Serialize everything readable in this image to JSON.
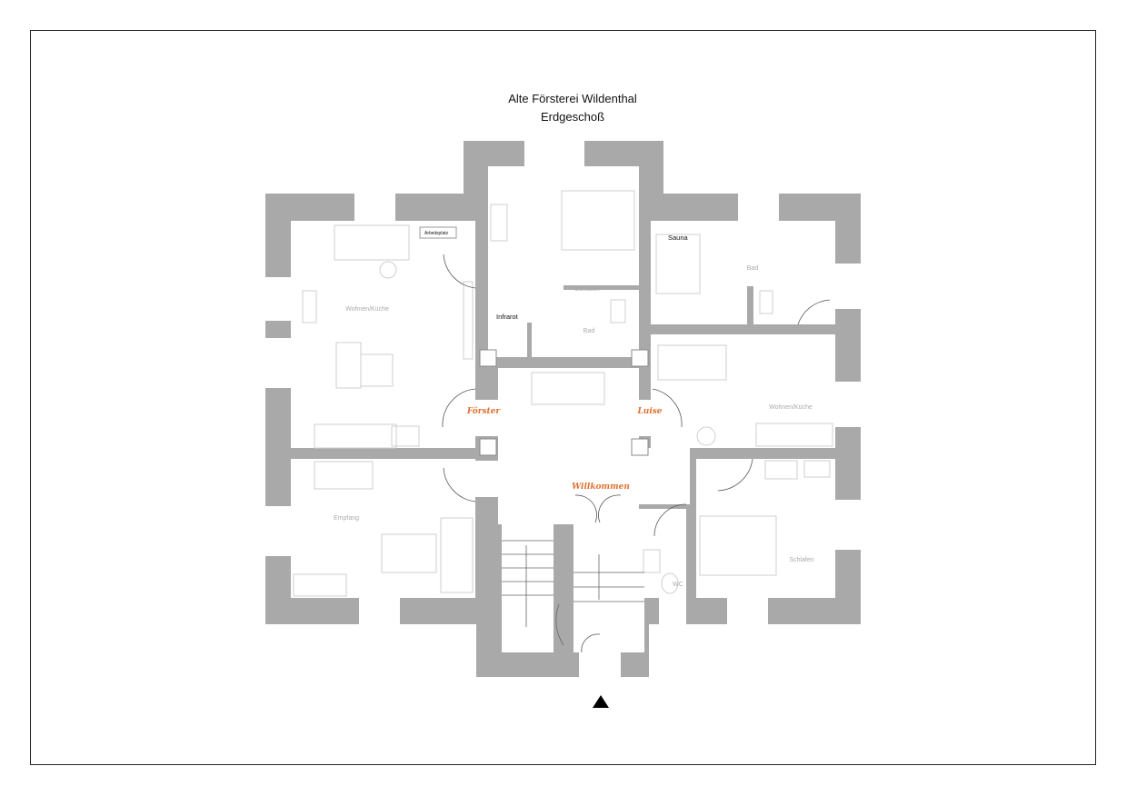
{
  "title": {
    "line1": "Alte Försterei Wildenthal",
    "line2": "Erdgeschoß"
  },
  "rooms": {
    "left_living": "Wohnen/Küche",
    "workspace": "Arbeitsplatz",
    "top_bedroom": "Schlafen",
    "infrared": "Infrarot",
    "center_bath": "Bad",
    "sauna": "Sauna",
    "right_bath": "Bad",
    "right_living": "Wohnen/Küche",
    "reception": "Empfang",
    "wc": "WC",
    "right_bedroom": "Schlafen"
  },
  "apartments": {
    "left": "Förster",
    "right": "Luise",
    "entrance": "Willkommen"
  },
  "colors": {
    "wall": "#a9a9a9",
    "accent": "#e07030"
  },
  "icons": {
    "north": "north-arrow-icon"
  }
}
